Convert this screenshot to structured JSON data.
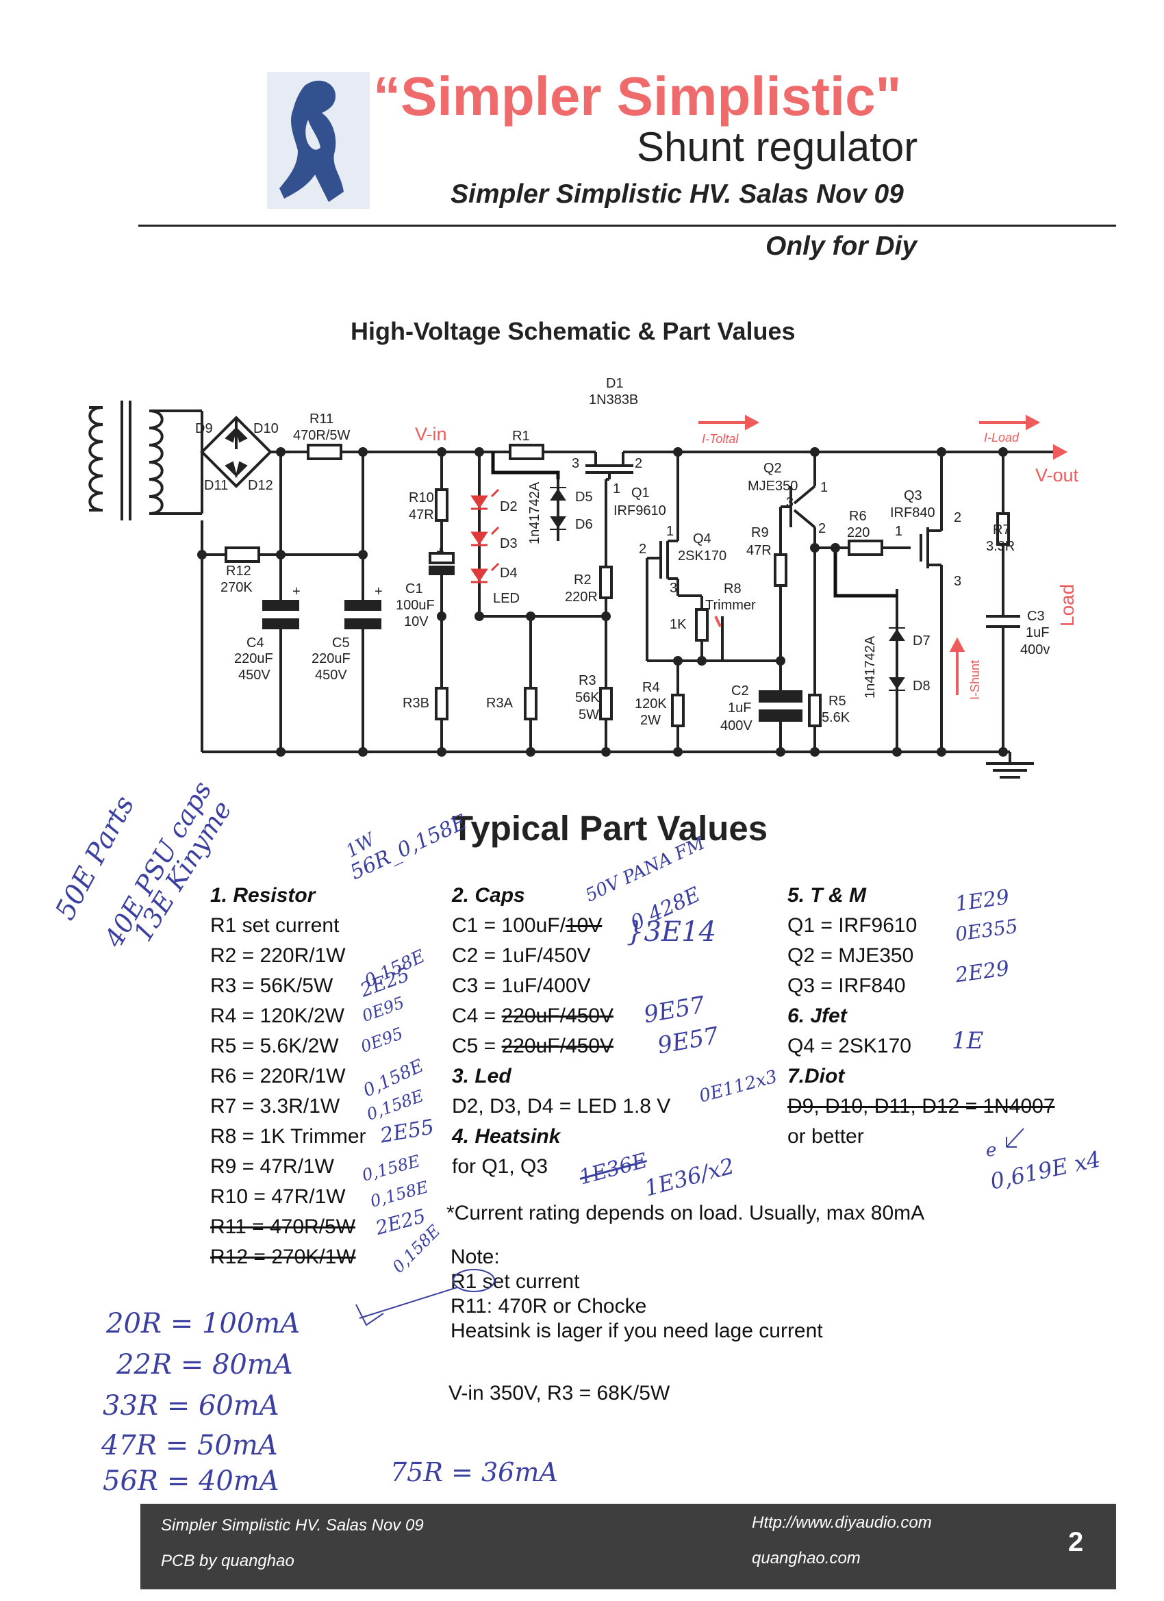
{
  "header": {
    "title": "“Simpler Simplistic\"",
    "subtitle": "Shunt regulator",
    "edition": "Simpler Simplistic HV. Salas Nov 09",
    "diy": "Only for Diy"
  },
  "schematic": {
    "title": "High-Voltage Schematic & Part Values",
    "labels": {
      "d1": "D1",
      "d1_part": "1N383B",
      "itotal": "I-Toltal",
      "iload": "I-Load",
      "ishunt": "I-Shunt",
      "vin": "V-in",
      "vout": "V-out",
      "load": "Load",
      "d9": "D9",
      "d10": "D10",
      "d11": "D11",
      "d12": "D12",
      "r11": "R11",
      "r11_val": "470R/5W",
      "r12": "R12",
      "r12_val": "270K",
      "c4": "C4",
      "c4_val1": "220uF",
      "c4_val2": "450V",
      "c5": "C5",
      "c5_val1": "220uF",
      "c5_val2": "450V",
      "r10": "R10",
      "r10_val": "47R",
      "c1": "C1",
      "c1_val1": "100uF",
      "c1_val2": "10V",
      "r3b": "R3B",
      "r3a": "R3A",
      "r1": "R1",
      "d2": "D2",
      "d3": "D3",
      "d4": "D4",
      "led": "LED",
      "d5": "D5",
      "d6": "D6",
      "d56_part": "1n41742A",
      "q1": "Q1",
      "q1_part": "IRF9610",
      "pin1": "1",
      "pin2": "2",
      "pin3": "3",
      "r2": "R2",
      "r2_val": "220R",
      "r3": "R3",
      "r3_val1": "56K",
      "r3_val2": "5W",
      "q4": "Q4",
      "q4_part": "2SK170",
      "r8": "R8",
      "r8_val": "Trimmer",
      "r8_1k": "1K",
      "r4": "R4",
      "r4_val1": "120K",
      "r4_val2": "2W",
      "q2": "Q2",
      "q2_part": "MJE350",
      "r9": "R9",
      "r9_val": "47R",
      "c2": "C2",
      "c2_val1": "1uF",
      "c2_val2": "400V",
      "r6": "R6",
      "r6_val": "220",
      "r5": "R5",
      "r5_val": "5.6K",
      "q3": "Q3",
      "q3_part": "IRF840",
      "d7": "D7",
      "d8": "D8",
      "d78_part": "1n41742A",
      "r7": "R7",
      "r7_val": "3.3R",
      "c3": "C3",
      "c3_val1": "1uF",
      "c3_val2": "400v"
    }
  },
  "parts": {
    "title": "Typical Part Values",
    "resistor": {
      "heading": "1. Resistor",
      "items": [
        "R1 set current",
        "R2 = 220R/1W",
        "R3 = 56K/5W",
        "R4 = 120K/2W",
        "R5 = 5.6K/2W",
        "R6 = 220R/1W",
        "R7 = 3.3R/1W",
        "R8 = 1K Trimmer",
        "R9 = 47R/1W",
        "R10 = 47R/1W"
      ],
      "struck": [
        "R11 = 470R/5W",
        "R12 = 270K/1W"
      ]
    },
    "caps": {
      "heading": "2. Caps",
      "c1_prefix": "C1 = 100uF/",
      "c1_struck": "10V",
      "c2": "C2 = 1uF/450V",
      "c3": "C3 =  1uF/400V",
      "c4_prefix": "C4 = ",
      "c4_struck": "220uF/450V",
      "c5_prefix": "C5 = ",
      "c5_struck": "220uF/450V"
    },
    "led": {
      "heading": "3. Led",
      "item": "D2,  D3, D4 =  LED 1.8 V"
    },
    "heatsink": {
      "heading": "4. Heatsink",
      "item": "for Q1, Q3"
    },
    "tm": {
      "heading": "5. T & M",
      "items": [
        "Q1 = IRF9610",
        "Q2 = MJE350",
        "Q3 = IRF840"
      ]
    },
    "jfet": {
      "heading": "6. Jfet",
      "item": "Q4 = 2SK170"
    },
    "diot": {
      "heading": "7.Diot",
      "struck": "D9, D10, D11, D12 = 1N4007",
      "item": "or better"
    },
    "current_note": "*Current rating depends on load. Usually, max 80mA",
    "notes": [
      "Note:",
      "R1 set current",
      "R11: 470R or Chocke",
      "Heatsink is lager if you need lage current"
    ],
    "vin_note": "V-in 350V, R3 = 68K/5W"
  },
  "handwriting": {
    "left_margin": [
      "50E Parts",
      "40E PSU caps",
      "13E Kinyme"
    ],
    "r_top": "1W",
    "r_top2": "56R_0,158E",
    "caps_top": "50V PANA FM",
    "caps_top2": "0,428E",
    "r2": "0,158E",
    "r3": "2E25",
    "r4": "0E95",
    "r5": "0E95",
    "r6": "0,158E",
    "r7": "0,158E",
    "r8": "2E55",
    "r9": "0,158E",
    "r10": "0,158E",
    "r11": "2E25",
    "r12": "0,158E",
    "c2c3": "}3E14",
    "c4": "9E57",
    "c5": "9E57",
    "led": "0E112x3",
    "heatsink1": "1E36E",
    "heatsink2": "1E36/x2",
    "q1": "1E29",
    "q2": "0E355",
    "q3": "2E29",
    "q4": "1E",
    "diodes": "0,619E x4",
    "diodes_top": "e",
    "current_table": [
      "20R = 100mA",
      "22R = 80mA",
      "33R = 60mA",
      "47R = 50mA",
      "56R = 40mA"
    ],
    "extra": "75R = 36mA"
  },
  "footer": {
    "left1": "Simpler Simplistic HV. Salas Nov 09",
    "left2": "PCB by quanghao",
    "right1": "Http://www.diyaudio.com",
    "right2": "quanghao.com",
    "page": "2"
  }
}
